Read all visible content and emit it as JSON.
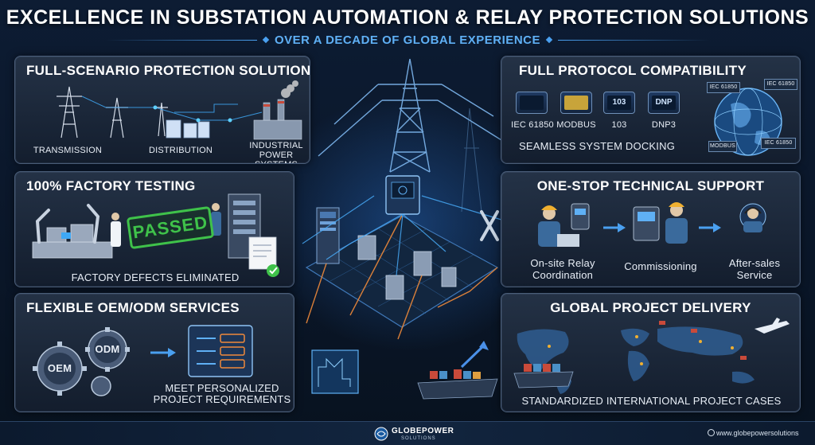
{
  "header": {
    "title": "EXCELLENCE IN SUBSTATION AUTOMATION & RELAY PROTECTION SOLUTIONS",
    "subtitle": "OVER A DECADE OF GLOBAL EXPERIENCE"
  },
  "panels": {
    "full_scenario": {
      "title": "FULL-SCENARIO PROTECTION SOLUTIONS",
      "items": [
        "TRANSMISSION",
        "DISTRIBUTION",
        "INDUSTRIAL POWER SYSTEMS"
      ]
    },
    "factory_testing": {
      "title": "100% FACTORY TESTING",
      "stamp": "PASSED",
      "caption": "FACTORY DEFECTS ELIMINATED"
    },
    "oem_odm": {
      "title": "FLEXIBLE OEM/ODM SERVICES",
      "gear_labels": [
        "OEM",
        "ODM"
      ],
      "caption_line1": "MEET PERSONALIZED",
      "caption_line2": "PROJECT REQUIREMENTS"
    },
    "protocol": {
      "title": "FULL PROTOCOL COMPATIBILITY",
      "icons": [
        "",
        "",
        "103",
        "DNP"
      ],
      "protocols": [
        "IEC 61850",
        "MODBUS",
        "103",
        "DNP3"
      ],
      "caption": "SEAMLESS SYSTEM DOCKING",
      "globe_tags": [
        "IEC 61850",
        "IEC 61850",
        "MODBUS",
        "IEC 61850"
      ]
    },
    "support": {
      "title": "ONE-STOP TECHNICAL SUPPORT",
      "steps_line1": [
        "On-site Relay",
        "Commissioning",
        "After-sales"
      ],
      "steps_line2": [
        "Coordination",
        "",
        "Service"
      ]
    },
    "delivery": {
      "title": "GLOBAL PROJECT DELIVERY",
      "caption": "STANDARDIZED INTERNATIONAL PROJECT CASES"
    }
  },
  "footer": {
    "brand": "GLOBEPOWER",
    "brand_sub": "SOLUTIONS",
    "url": "www.globepowersolutions"
  },
  "colors": {
    "background": "#0a1628",
    "accent": "#4aa0f0",
    "passed": "#3fc24a",
    "panel_border": "#4a5d78"
  }
}
